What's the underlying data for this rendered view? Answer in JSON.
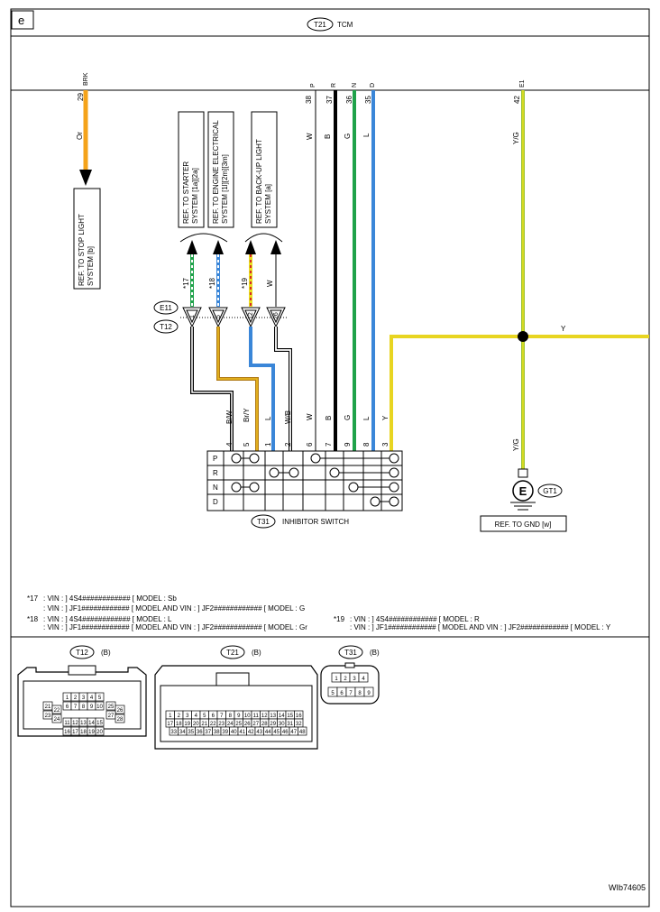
{
  "page": {
    "tag": "e",
    "code": "WIb74605"
  },
  "tcm": {
    "connector": "T21",
    "label": "TCM"
  },
  "tcm_pins": [
    {
      "pin": "29",
      "signal": "BRK",
      "color": "Or"
    },
    {
      "pin": "38",
      "signal": "P",
      "color": "W"
    },
    {
      "pin": "37",
      "signal": "R",
      "color": "B"
    },
    {
      "pin": "36",
      "signal": "N",
      "color": "G"
    },
    {
      "pin": "35",
      "signal": "D",
      "color": "L"
    },
    {
      "pin": "42",
      "signal": "E1",
      "color": "Y/G"
    }
  ],
  "refs": {
    "stop_light": [
      "REF. TO STOP LIGHT",
      "SYSTEM [b]"
    ],
    "starter": [
      "REF. TO STARTER",
      "SYSTEM [1a][2a]"
    ],
    "engine_electrical": [
      "REF. TO ENGINE ELECTRICAL",
      "SYSTEM [1l][2m][3m]"
    ],
    "backup_light": [
      "REF. TO BACK-UP LIGHT",
      "SYSTEM [a]"
    ],
    "gnd": "REF. TO GND [w]"
  },
  "wire_notes": {
    "n17": "*17",
    "n18": "*18",
    "n19": "*19",
    "w": "W"
  },
  "connectors_mid": {
    "e11": "E11",
    "t12": "T12"
  },
  "mid_pins": [
    "1",
    "5",
    "12",
    "26"
  ],
  "splice_color": "Y",
  "switch": {
    "connector": "T31",
    "label": "INHIBITOR SWITCH",
    "pins": [
      "4",
      "5",
      "1",
      "2",
      "6",
      "7",
      "9",
      "8",
      "3"
    ],
    "wire_colors": [
      "B/W",
      "Br/Y",
      "L",
      "W/B",
      "W",
      "B",
      "G",
      "L",
      "Y"
    ],
    "positions": [
      "P",
      "R",
      "N",
      "D"
    ]
  },
  "ground": {
    "label": "GT1",
    "color": "Y/G",
    "symbol": "E"
  },
  "notes": [
    {
      "mark": "*17",
      "text": ": VIN : ] 4S4############ [ MODEL : Sb"
    },
    {
      "mark": "",
      "text": ": VIN : ] JF1############ [ MODEL AND VIN : ] JF2############ [ MODEL : G"
    },
    {
      "mark": "*18",
      "text": ": VIN : ] 4S4############ [ MODEL : L"
    },
    {
      "mark": "",
      "text": ": VIN : ] JF1############ [ MODEL AND VIN : ] JF2############ [ MODEL : Gr"
    },
    {
      "mark": "*19",
      "text": ": VIN : ] 4S4############ [ MODEL : R"
    },
    {
      "mark": "",
      "text": ": VIN : ] JF1############ [ MODEL AND VIN : ] JF2############ [ MODEL : Y"
    }
  ],
  "connector_views": [
    {
      "id": "T12",
      "type": "(B)",
      "rows": [
        [
          "1",
          "2",
          "3",
          "4",
          "5"
        ],
        [
          "6",
          "7",
          "8",
          "9",
          "10"
        ],
        [
          "11",
          "12",
          "13",
          "14",
          "15"
        ],
        [
          "16",
          "17",
          "18",
          "19",
          "20"
        ]
      ],
      "left": [
        "21",
        "22",
        "23",
        "24"
      ],
      "right": [
        "25",
        "26",
        "27",
        "28"
      ]
    },
    {
      "id": "T21",
      "type": "(B)",
      "rows": [
        [
          "1",
          "2",
          "3",
          "4",
          "5",
          "6",
          "7",
          "8",
          "9",
          "10",
          "11",
          "12",
          "13",
          "14",
          "15",
          "16"
        ],
        [
          "17",
          "18",
          "19",
          "20",
          "21",
          "22",
          "23",
          "24",
          "25",
          "26",
          "27",
          "28",
          "29",
          "30",
          "31",
          "32"
        ],
        [
          "33",
          "34",
          "35",
          "36",
          "37",
          "38",
          "39",
          "40",
          "41",
          "42",
          "43",
          "44",
          "45",
          "46",
          "47",
          "48"
        ]
      ]
    },
    {
      "id": "T31",
      "type": "(B)",
      "rows": [
        [
          "1",
          "2",
          "3",
          "4"
        ],
        [
          "5",
          "6",
          "7",
          "8",
          "9"
        ]
      ]
    }
  ]
}
